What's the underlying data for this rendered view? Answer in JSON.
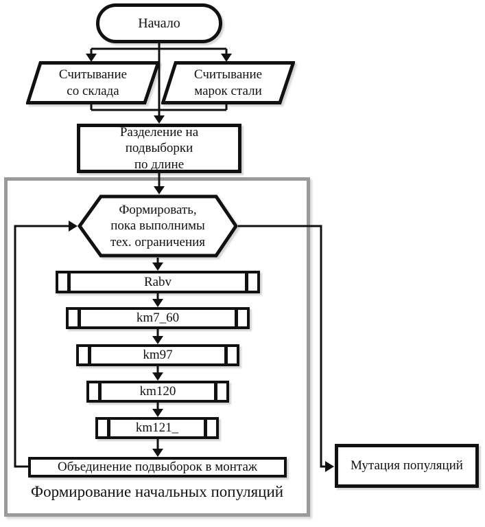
{
  "diagram": {
    "nodes": {
      "start": {
        "label": "Начало"
      },
      "read_warehouse": {
        "label": "Считывание\nсо склада"
      },
      "read_steel": {
        "label": "Считывание\nмарок стали"
      },
      "split_by_length": {
        "label": "Разделение на\nподвыборки\nпо длине"
      },
      "loop_condition": {
        "label": "Формировать,\nпока выполнимы\nтех. ограничения"
      },
      "procs": [
        {
          "label": "Rabv"
        },
        {
          "label": "km7_60"
        },
        {
          "label": "km97"
        },
        {
          "label": "km120"
        },
        {
          "label": "km121_"
        }
      ],
      "merge": {
        "label": "Объединение подвыборок в монтаж"
      },
      "mutation": {
        "label": "Мутация популяций"
      }
    },
    "container": {
      "label": "Формирование начальных популяций"
    },
    "colors": {
      "stroke": "#111111",
      "container_border": "#9a9a9a",
      "background": "#ffffff",
      "shadow": "#d6d6d6"
    }
  }
}
